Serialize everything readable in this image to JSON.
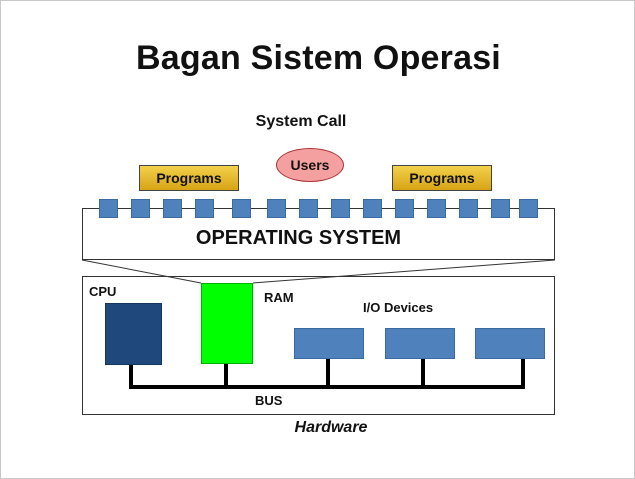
{
  "slide": {
    "title": "Bagan Sistem Operasi",
    "system_call": "System Call",
    "users": "Users",
    "programs_left": "Programs",
    "programs_right": "Programs",
    "operating_system": "OPERATING SYSTEM",
    "cpu": "CPU",
    "ram": "RAM",
    "io_devices": "I/O Devices",
    "bus": "BUS",
    "hardware": "Hardware"
  },
  "colors": {
    "users_fill": "#f5a0a0",
    "programs_fill": "#e9bb2a",
    "blue_block": "#4f81bd",
    "cpu": "#1f497d",
    "ram": "#00ff00",
    "bus": "#000000"
  }
}
